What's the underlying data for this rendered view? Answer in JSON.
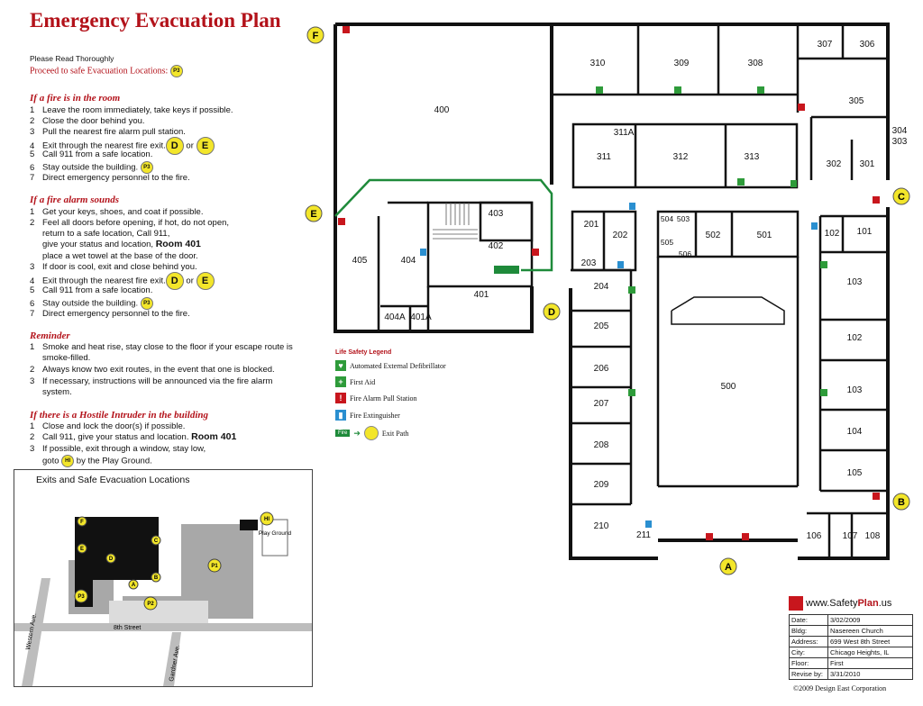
{
  "title": "Emergency Evacuation Plan",
  "intro": {
    "read": "Please Read Thoroughly",
    "proceed": "Proceed to safe Evacuation Locations:",
    "proceed_badge": "P3"
  },
  "sections": [
    {
      "heading": "If a fire is in the room",
      "steps": [
        {
          "n": "1",
          "text": "Leave the room immediately, take keys if possible."
        },
        {
          "n": "2",
          "text": "Close the door behind you."
        },
        {
          "n": "3",
          "text": "Pull the nearest fire alarm pull station."
        },
        {
          "n": "4",
          "text": "Exit through the nearest fire exit.",
          "b1": "D",
          "or": "or",
          "b2": "E"
        },
        {
          "n": "5",
          "text": "Call 911 from a safe location."
        },
        {
          "n": "6",
          "text": "Stay outside the building.",
          "badge": "P3"
        },
        {
          "n": "7",
          "text": "Direct emergency personnel to the fire."
        }
      ]
    },
    {
      "heading": "If a fire alarm sounds",
      "steps": [
        {
          "n": "1",
          "text": "Get your keys, shoes, and coat if possible."
        },
        {
          "n": "2",
          "text": "Feel all doors before opening, if hot, do not open,"
        },
        {
          "n": "",
          "text": "return to a safe location, Call 911,"
        },
        {
          "n": "",
          "text": "give your status and location,",
          "bold": "Room 401"
        },
        {
          "n": "",
          "text": "place a wet towel at the base of the door."
        },
        {
          "n": "3",
          "text": "If door is cool, exit and close behind you."
        },
        {
          "n": "4",
          "text": "Exit through the nearest fire exit.",
          "b1": "D",
          "or": "or",
          "b2": "E"
        },
        {
          "n": "5",
          "text": "Call 911 from a safe location."
        },
        {
          "n": "6",
          "text": "Stay outside the building.",
          "badge": "P3"
        },
        {
          "n": "7",
          "text": "Direct emergency personnel to the fire."
        }
      ]
    },
    {
      "heading": "Reminder",
      "steps": [
        {
          "n": "1",
          "text": "Smoke and heat rise, stay close to the floor if your escape route is"
        },
        {
          "n": "",
          "text": "smoke-filled."
        },
        {
          "n": "2",
          "text": "Always know two exit routes, in the event that one is blocked."
        },
        {
          "n": "3",
          "text": "If necessary, instructions will be announced via the fire alarm"
        },
        {
          "n": "",
          "text": "system."
        }
      ]
    },
    {
      "heading": "If there is a Hostile Intruder in the building",
      "steps": [
        {
          "n": "1",
          "text": "Close and lock the door(s) if possible."
        },
        {
          "n": "2",
          "text": "Call 911, give your status and location.",
          "bold": "Room 401"
        },
        {
          "n": "3",
          "text": "If possible, exit through a window, stay low,"
        },
        {
          "n": "",
          "text": "goto",
          "badge": "HI",
          "after": "by the Play Ground."
        }
      ]
    }
  ],
  "exits": [
    "A",
    "B",
    "C",
    "D",
    "E",
    "F"
  ],
  "rooms": [
    "400",
    "310",
    "309",
    "308",
    "307",
    "306",
    "305",
    "304",
    "303",
    "302",
    "301",
    "311A",
    "311",
    "312",
    "313",
    "403",
    "402",
    "401",
    "404",
    "405",
    "404A",
    "401A",
    "201",
    "202",
    "203",
    "504",
    "505",
    "503",
    "506",
    "502",
    "501",
    "102",
    "101",
    "204",
    "205",
    "206",
    "207",
    "208",
    "209",
    "210",
    "211",
    "500",
    "103",
    "102",
    "103",
    "104",
    "105",
    "106",
    "107",
    "108"
  ],
  "legend": {
    "title": "Life Safety Legend",
    "items": [
      {
        "icon": "aed-icon",
        "label": "Automated External Defibrillator",
        "color": "#2e9b3a"
      },
      {
        "icon": "first-aid-icon",
        "label": "First Aid",
        "color": "#2e9b3a"
      },
      {
        "icon": "fire-alarm-icon",
        "label": "Fire Alarm Pull Station",
        "color": "#c8161d"
      },
      {
        "icon": "fire-extinguisher-icon",
        "label": "Fire Extinguisher",
        "color": "#2a8fd0"
      },
      {
        "icon": "exit-path-icon",
        "label": "Exit Path",
        "color": "#2e9b3a",
        "sign": "Fire"
      }
    ]
  },
  "map": {
    "title": "Exits and Safe Evacuation Locations",
    "streets": [
      "8th Street",
      "Western Ave.",
      "Gardner Ave."
    ],
    "playground": "Play Ground",
    "badges": [
      "HI",
      "P1",
      "P2",
      "P3"
    ],
    "exits": [
      "F",
      "E",
      "D",
      "C",
      "A",
      "B"
    ]
  },
  "info": {
    "brand_prefix": "www.",
    "brand_main": "Safety",
    "brand_red": "Plan",
    "brand_suffix": ".us",
    "rows": [
      {
        "k": "Date:",
        "v": "3/02/2009"
      },
      {
        "k": "Bldg:",
        "v": "Nasereen Church"
      },
      {
        "k": "Address:",
        "v": "699 West 8th Street"
      },
      {
        "k": "City:",
        "v": "Chicago Heights, IL"
      },
      {
        "k": "Floor:",
        "v": "First"
      },
      {
        "k": "Revise by:",
        "v": "3/31/2010"
      }
    ],
    "copyright": "©2009 Design East Corporation"
  },
  "colors": {
    "accent": "#b3121a",
    "exit_badge": "#f3e62a",
    "exit_path": "#1e8a3a"
  }
}
